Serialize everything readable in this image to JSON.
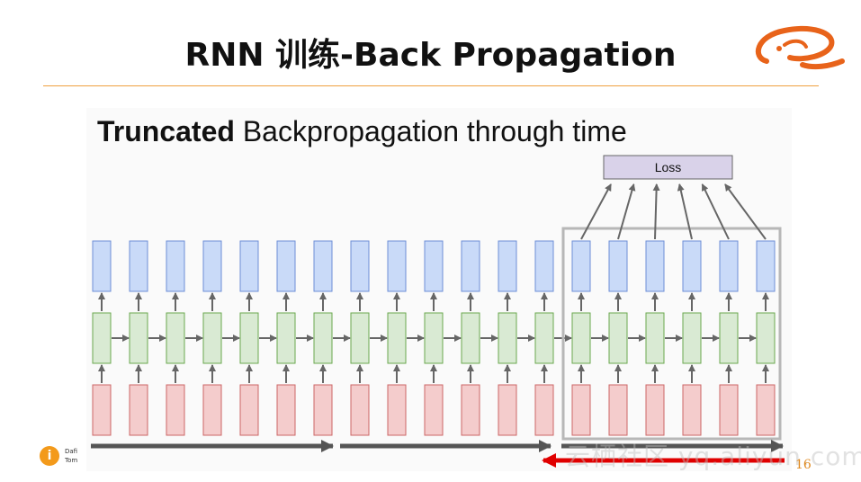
{
  "slide": {
    "title": "RNN 训练-Back Propagation",
    "page_number": "16"
  },
  "panel": {
    "heading_bold": "Truncated",
    "heading_rest": " Backpropagation through time"
  },
  "diagram": {
    "loss_label": "Loss",
    "timesteps": 19,
    "truncation_window": {
      "start_step": 13,
      "length": 6
    },
    "forward_chunks": 3,
    "colors": {
      "output": "#c9daf8",
      "output_border": "#6d8fd6",
      "hidden": "#d9ead3",
      "hidden_border": "#6aa84f",
      "input": "#f4cccc",
      "input_border": "#cc6666",
      "arrow": "#666666",
      "loss_fill": "#d9d2e9",
      "loss_border": "#666666",
      "window_border": "#b7b7b7",
      "forward_arrow": "#555555",
      "backward_arrow": "#e00000"
    }
  },
  "footer": {
    "icon_glyph": "i",
    "text_line1": "Dafi",
    "text_line2": "Tom"
  },
  "watermark": {
    "text": "云栖社区 yq.aliyun.com"
  },
  "logo": {
    "color": "#e8631a"
  }
}
